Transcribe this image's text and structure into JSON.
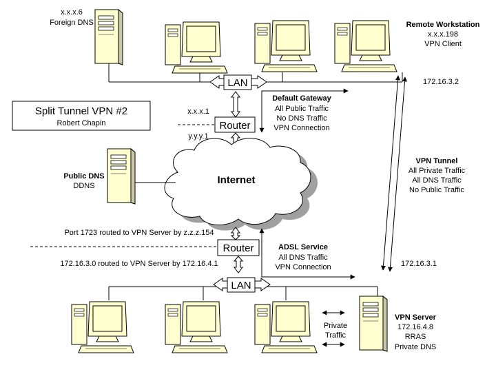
{
  "title": {
    "main": "Split Tunnel VPN #2",
    "author": "Robert Chapin"
  },
  "foreign_dns": {
    "ip": "x.x.x.6",
    "name": "Foreign DNS"
  },
  "remote_ws": {
    "title": "Remote Workstation",
    "ip": "x.x.x.198",
    "role": "VPN Client"
  },
  "top_lan": "LAN",
  "bottom_lan": "LAN",
  "top_router": {
    "label": "Router",
    "ip_up": "x.x.x.1",
    "ip_down": "y.y.y.1"
  },
  "default_gw": {
    "title": "Default Gateway",
    "lines": [
      "All Public Traffic",
      "No DNS Traffic",
      "VPN Connection"
    ]
  },
  "internet": "Internet",
  "public_dns": {
    "title": "Public DNS",
    "name": "DDNS"
  },
  "vpn_tunnel": {
    "title": "VPN Tunnel",
    "lines": [
      "All Private Traffic",
      "All DNS Traffic",
      "No Public Traffic"
    ]
  },
  "ip_client_tunnel": "172.16.3.2",
  "ip_server_tunnel": "172.16.3.1",
  "bottom_router": {
    "label": "Router",
    "note_port": "Port 1723 routed to VPN Server by z.z.z.154",
    "note_route": "172.16.3.0 routed to VPN Server by 172.16.4.1"
  },
  "adsl": {
    "title": "ADSL Service",
    "lines": [
      "All DNS Traffic",
      "VPN Connection"
    ]
  },
  "private_traffic": {
    "l1": "Private",
    "l2": "Traffic"
  },
  "vpn_server": {
    "title": "VPN Server",
    "ip": "172.16.4.8",
    "role": "RRAS",
    "dns": "Private DNS"
  }
}
